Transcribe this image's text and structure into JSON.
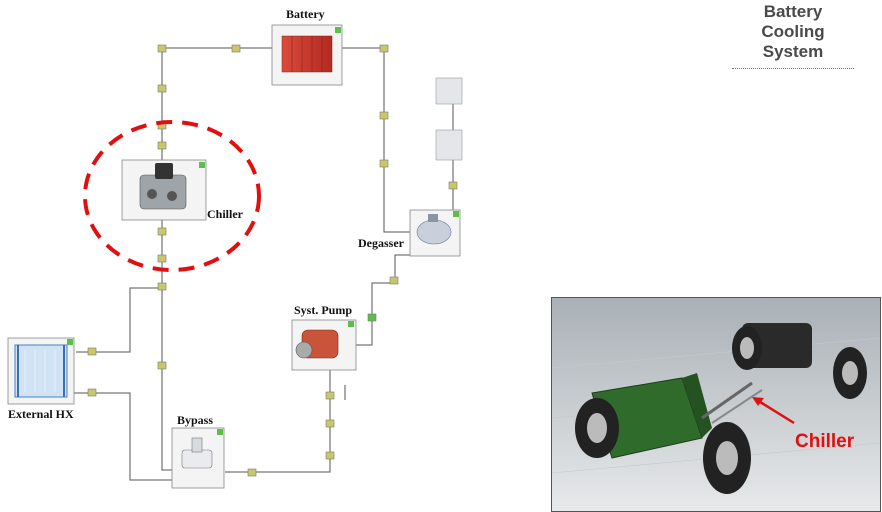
{
  "title": {
    "lines": [
      "Battery",
      "Cooling",
      "System"
    ]
  },
  "components": {
    "battery": "Battery",
    "chiller": "Chiller",
    "degasser": "Degasser",
    "pump": "Syst. Pump",
    "external_hx": "External HX",
    "bypass": "Bypass"
  },
  "photo": {
    "callout": "Chiller"
  },
  "colors": {
    "highlight": "#e01010",
    "pipe": "#555555",
    "node": "#c8c86a",
    "node_green": "#5bbf4a",
    "title": "#4a4a4a"
  }
}
